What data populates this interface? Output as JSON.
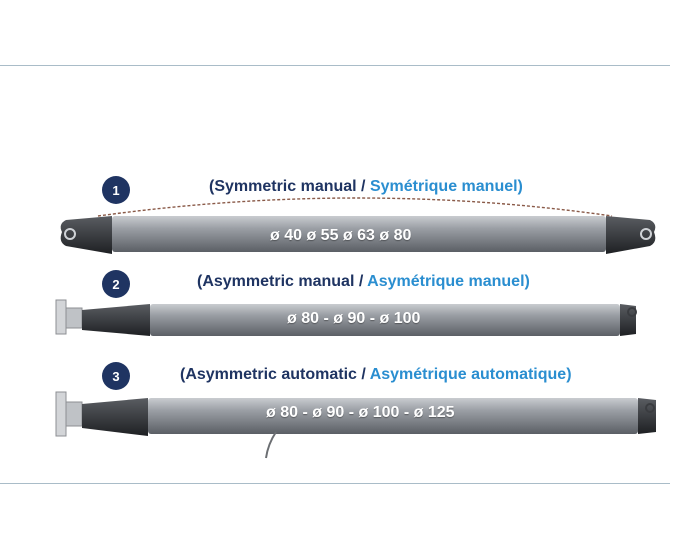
{
  "items": [
    {
      "number": "1",
      "caption_en": "(Symmetric manual",
      "separator": " / ",
      "caption_fr": "Symétrique manuel)",
      "diameters": "ø 40 ø 55 ø 63 ø 80"
    },
    {
      "number": "2",
      "caption_en": "(Asymmetric manual",
      "separator": " / ",
      "caption_fr": "Asymétrique manuel)",
      "diameters": "ø 80 - ø 90 - ø 100"
    },
    {
      "number": "3",
      "caption_en": "(Asymmetric automatic",
      "separator": " / ",
      "caption_fr": "Asymétrique automatique)",
      "diameters": "ø 80 - ø 90 - ø 100 - ø 125"
    }
  ],
  "colors": {
    "badge": "#1f3462",
    "caption_en": "#1f3462",
    "caption_fr": "#2a8ed0",
    "rule": "#a9bcc8"
  }
}
